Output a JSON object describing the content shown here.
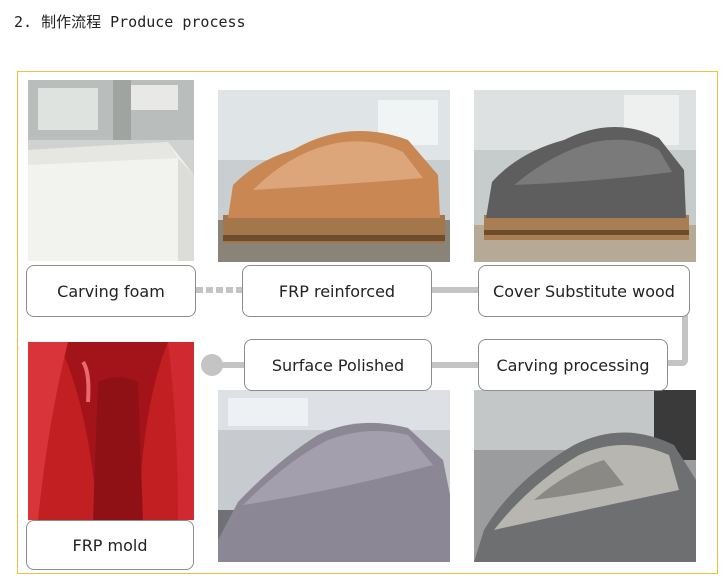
{
  "heading": "2. 制作流程 Produce process",
  "colors": {
    "frame": "#f2c23e",
    "connector": "#c4c4c4",
    "label_border": "#8c8c8c"
  },
  "steps": [
    {
      "label": "Carving foam",
      "photo": "white-foam-block-photo"
    },
    {
      "label": "FRP reinforced",
      "photo": "orange-frp-mold-on-pallet-photo"
    },
    {
      "label": "Cover Substitute wood",
      "photo": "grey-covered-mold-on-pallet-photo"
    },
    {
      "label": "Carving processing",
      "photo": "cnc-carving-machine-photo"
    },
    {
      "label": "Surface Polished",
      "photo": "grey-polished-plug-photo"
    },
    {
      "label": "FRP mold",
      "photo": "red-frp-mold-photo"
    }
  ]
}
